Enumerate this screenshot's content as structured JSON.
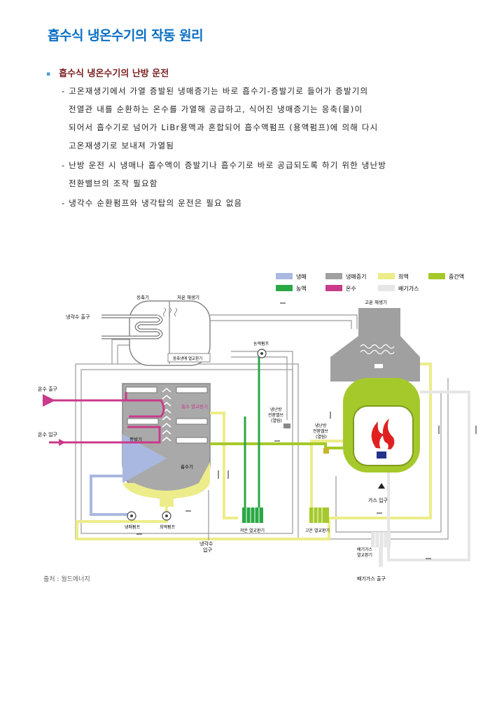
{
  "title": "흡수식 냉온수기의 작동 원리",
  "section": {
    "bullet": "▪",
    "heading": "흡수식 냉온수기의 난방 운전"
  },
  "paragraphs": [
    "- 고온재생기에서 가열 증발된 냉매증기는 바로 흡수기-증발기로 들어가 증발기의",
    "전열관 내를 순환하는 온수를 가열해 공급하고, 식어진 냉매증기는 응축(물)이",
    "되어서 흡수기로 넘어가 LiBr용액과 혼합되어 흡수액펌프 (용액펌프)에 의해 다시",
    "고온재생기로 보내져 가열됨",
    "- 난방 운전 시 냉매나 흡수액이 증발기나 흡수기로 바로 공급되도록 하기 위한 냉난방",
    "전환밸브의 조작 필요함",
    "- 냉각수 순환펌프와 냉각탑의 운전은 필요 없음"
  ],
  "source": "출처 : 월드에너지",
  "legend": [
    {
      "label": "냉매",
      "color": "#a9b8e0"
    },
    {
      "label": "냉매증기",
      "color": "#a0a0a0"
    },
    {
      "label": "희액",
      "color": "#eced8a"
    },
    {
      "label": "중간액",
      "color": "#a5c92a"
    },
    {
      "label": "농액",
      "color": "#2aa845"
    },
    {
      "label": "온수",
      "color": "#c93a8a"
    },
    {
      "label": "배기가스",
      "color": "#e6e6e6"
    }
  ],
  "labels": {
    "condenser": "응축기",
    "lt_generator": "저온 재생기",
    "cooling_out": "냉각수 출구",
    "hw_out": "온수 출구",
    "hw_in": "온수 입구",
    "conc_pump": "농액펌프",
    "cond_hx": "응축냉매 열교환기",
    "hw_hx": "흡수 열교환기",
    "evaporator": "증발기",
    "absorber": "흡수기",
    "valve_left_1": "냉난방",
    "valve_left_2": "전환밸브",
    "valve_left_3": "(열림)",
    "valve_right_1": "냉난방",
    "valve_right_2": "전환밸브",
    "valve_right_3": "(열림)",
    "ht_generator": "고온 재생기",
    "gas_in": "가스 입구",
    "ref_pump": "냉매펌프",
    "dil_pump": "희액펌프",
    "lt_hx": "저온 열교환기",
    "ht_hx": "고온 열교환기",
    "cooling_in_1": "냉각수",
    "cooling_in_2": "입구",
    "exhaust_hx_1": "배기가스",
    "exhaust_hx_2": "열교환기",
    "exhaust_out": "배기가스 출구"
  }
}
